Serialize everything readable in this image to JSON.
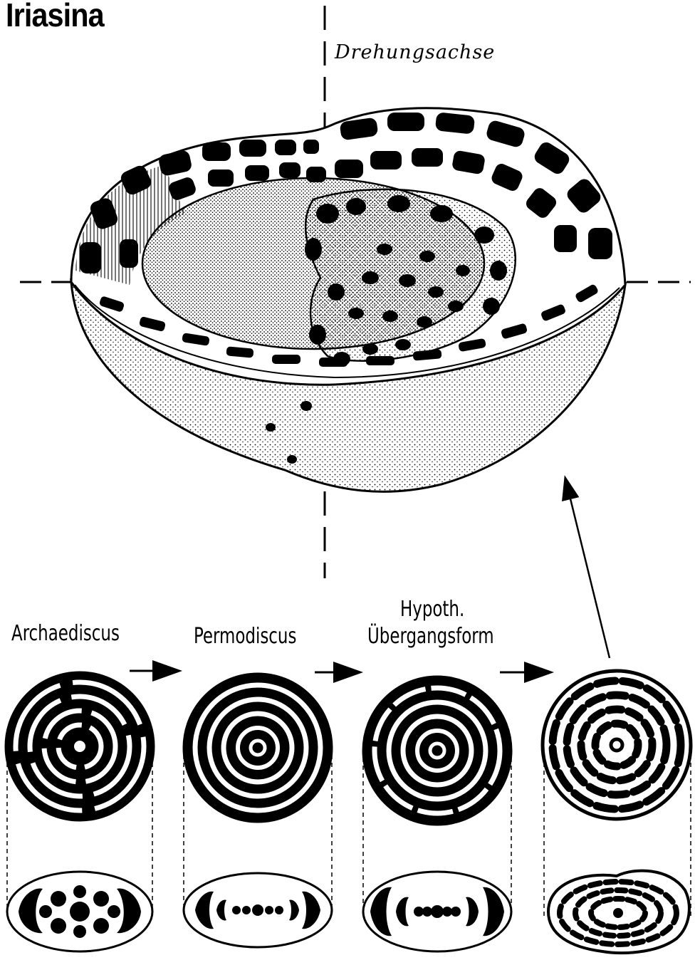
{
  "title": "Iriasina",
  "axis_label": "Drehungsachse",
  "labels": {
    "archaediscus": "Archaediscus",
    "permodiscus": "Permodiscus",
    "hypoth": "Hypoth.",
    "uebergangsform": "Übergangsform"
  },
  "colors": {
    "ink": "#000000",
    "paper": "#ffffff"
  }
}
